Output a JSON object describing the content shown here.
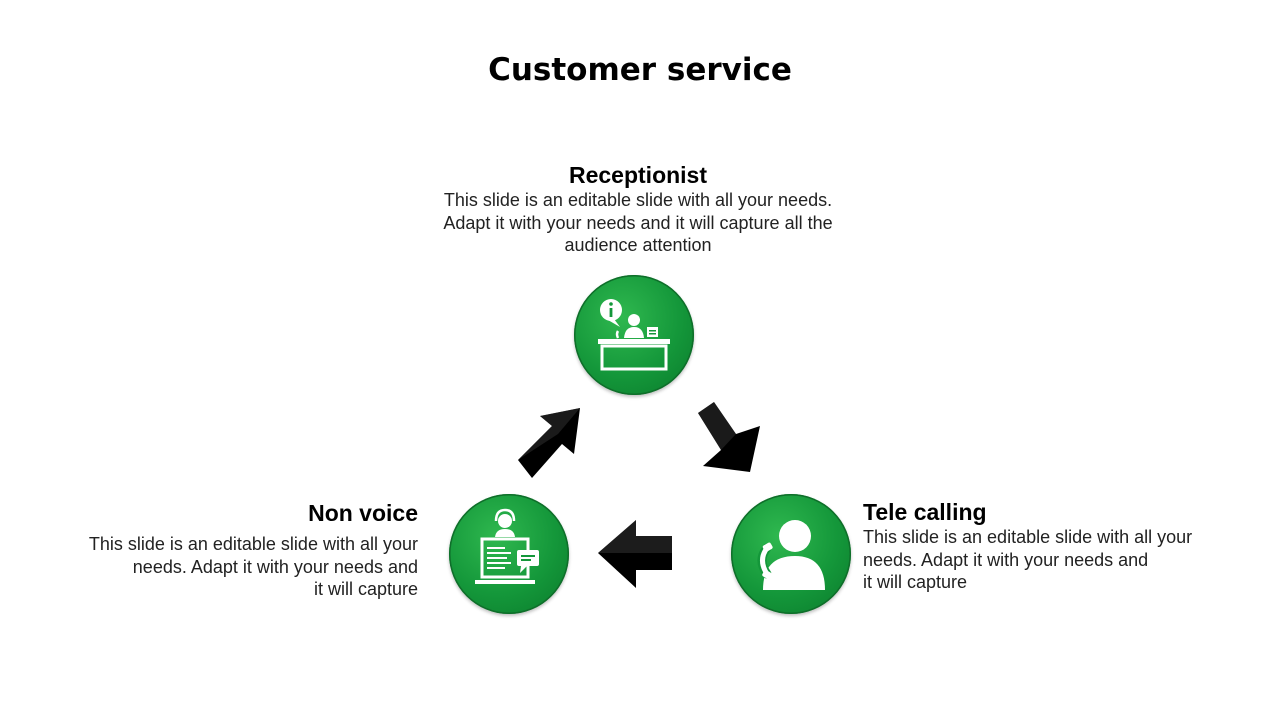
{
  "slide": {
    "title": "Customer service",
    "accent_color": "#1a9a3c",
    "arrow_color": "#000000"
  },
  "steps": [
    {
      "heading": "Receptionist",
      "desc_lines": [
        "This slide is an editable slide with all your needs.",
        "Adapt it with your needs and it will capture all the",
        "audience attention"
      ],
      "icon": "receptionist-desk-icon"
    },
    {
      "heading": "Tele calling",
      "desc_lines": [
        "This slide is an editable slide with all your",
        "needs. Adapt it with your needs and",
        "it will capture"
      ],
      "icon": "person-phone-icon"
    },
    {
      "heading": "Non voice",
      "desc_lines": [
        "This slide is an editable slide with all your",
        "needs. Adapt it with your needs and",
        "it will capture"
      ],
      "icon": "laptop-chat-agent-icon"
    }
  ]
}
